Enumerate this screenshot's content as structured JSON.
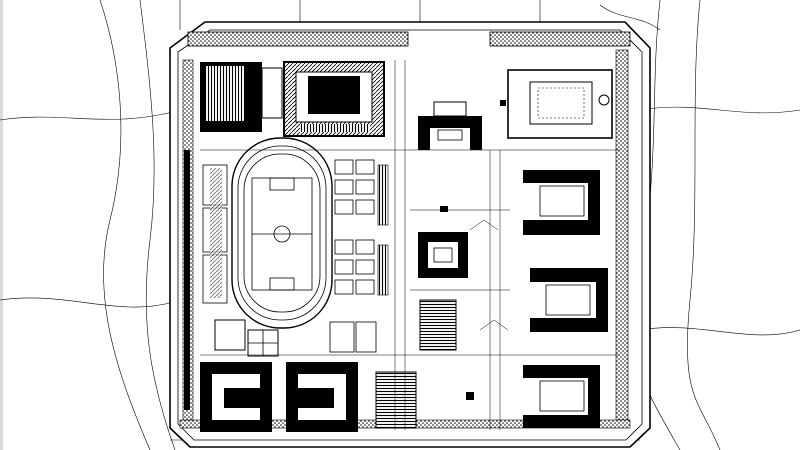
{
  "drawing": {
    "type": "campus site plan (black & white CAD linework)",
    "labels": []
  },
  "colors": {
    "paper": "#ffffff",
    "ink": "#000000",
    "hatch": "#7a7a7a",
    "left_edge_shadow": "#d9d9d9"
  },
  "features": [
    "perimeter-road-with-dotted-planting-border",
    "dark-square-building-top-left",
    "framed-courtyard-building-top-center",
    "running-track-with-football-field",
    "small-building-grid-center",
    "u-shaped-building-center",
    "square-ring-building-center",
    "striped-stair-blocks",
    "c-shaped-dormitory-blocks-right",
    "spiral-blocks-bottom-left",
    "pool-building-top-right"
  ]
}
